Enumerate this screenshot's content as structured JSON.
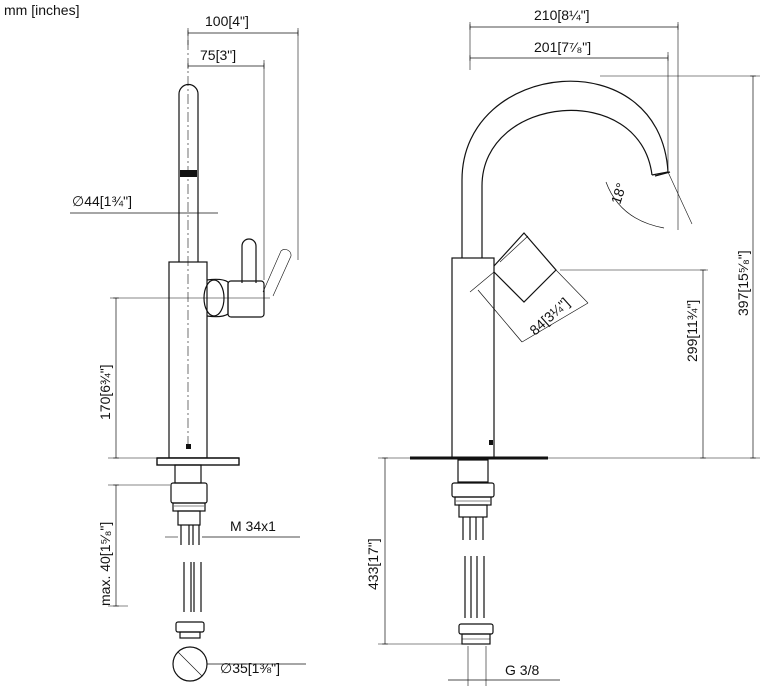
{
  "units_label": "mm [inches]",
  "side_view": {
    "width_total": "100[4\"]",
    "width_lever": "75[3\"]",
    "diameter_spout": "∅44[1¾\"]",
    "height_body": "170[6¾\"]",
    "max_counter": "max. 40[1⁵⁄₈\"]",
    "thread": "M 34x1",
    "diameter_shank": "∅35[1⅜\"]"
  },
  "front_view": {
    "reach_outer": "210[8¼\"]",
    "reach_inner": "201[7⁷⁄₈\"]",
    "angle": "18°",
    "lever_length": "84[3¼\"]",
    "height_lever": "299[11¾\"]",
    "height_total": "397[15⁵⁄₈\"]",
    "hose_length": "433[17\"]",
    "connection": "G 3/8"
  }
}
